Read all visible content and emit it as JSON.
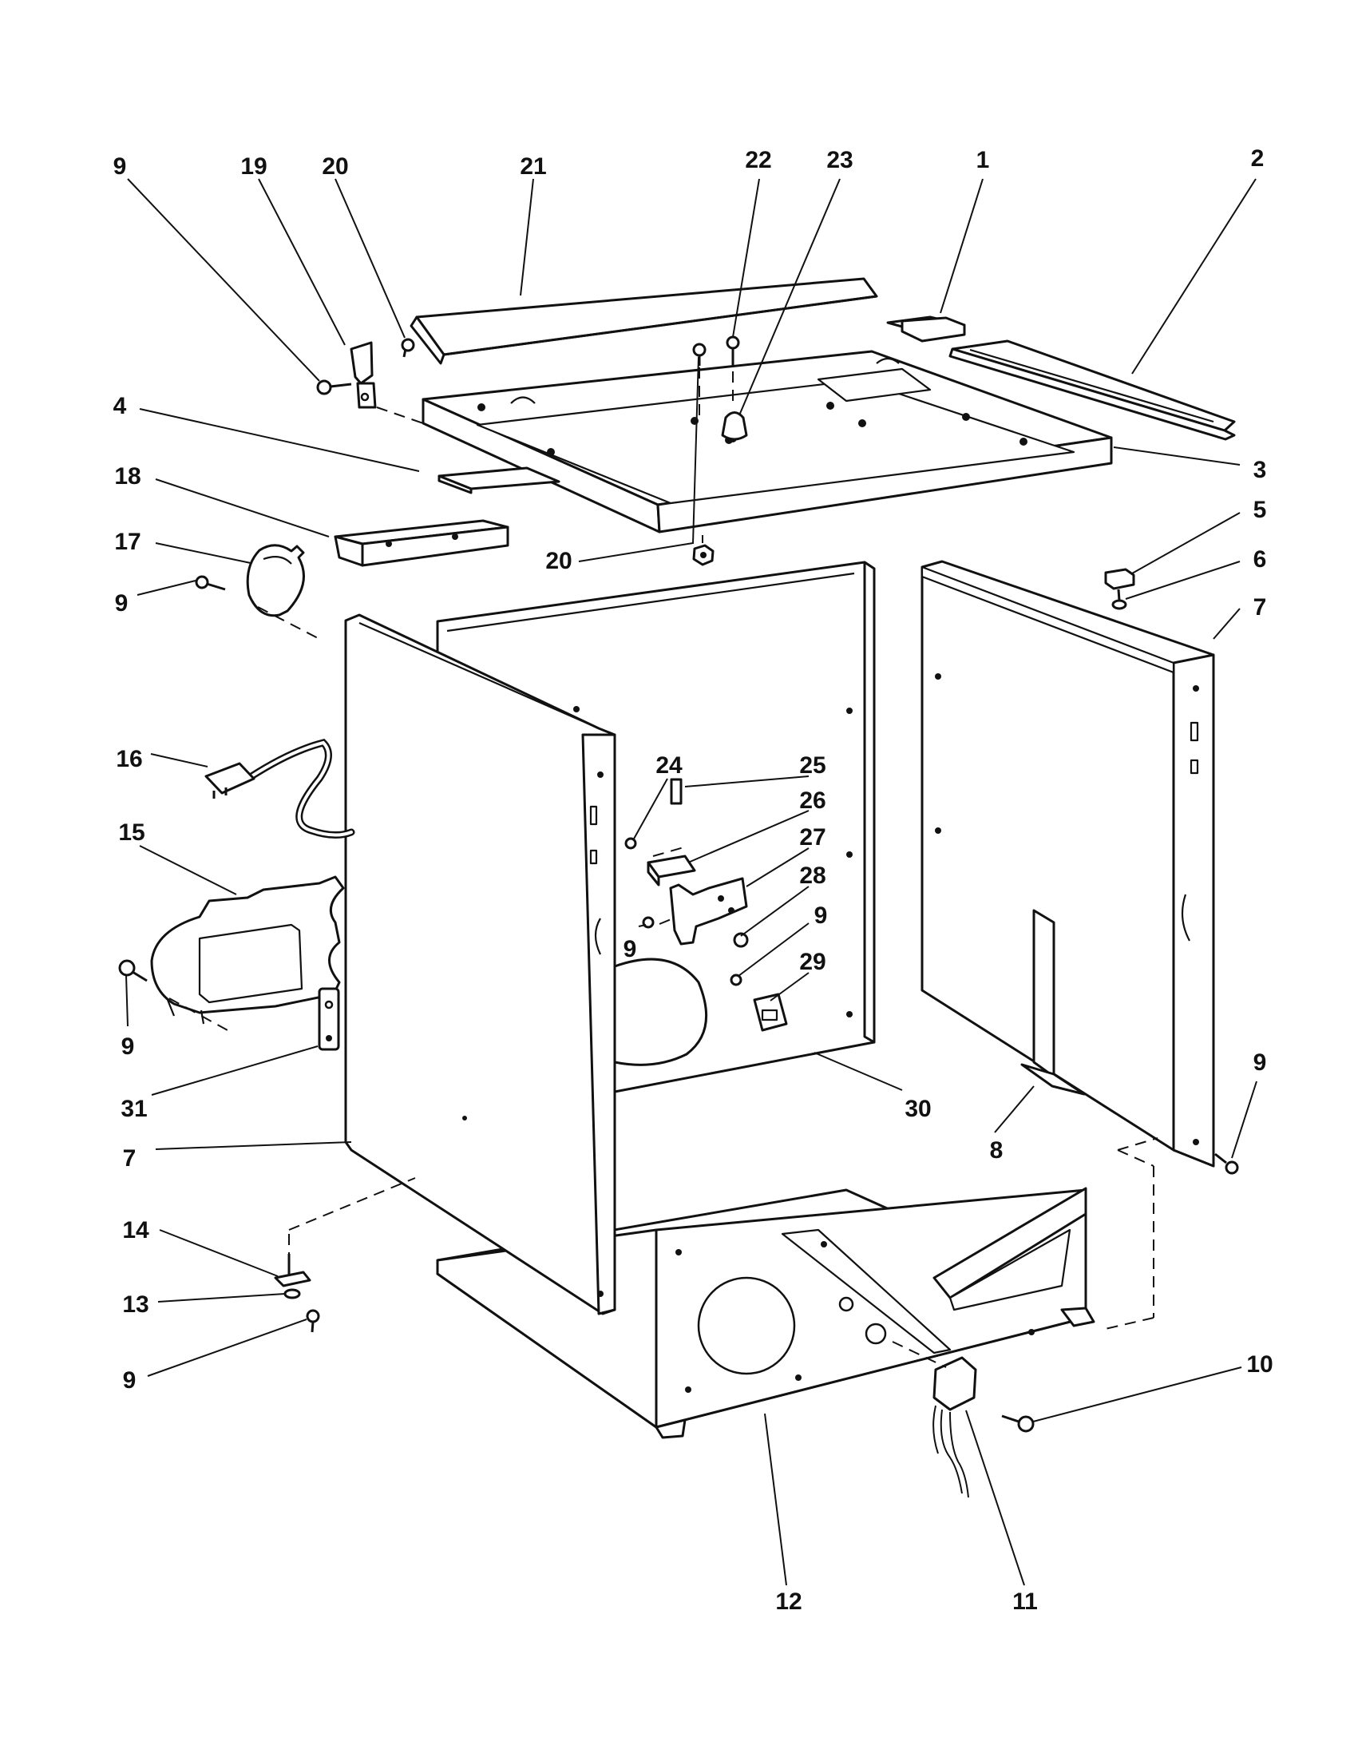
{
  "callouts": [
    {
      "id": "c-9a",
      "label": "9"
    },
    {
      "id": "c-19",
      "label": "19"
    },
    {
      "id": "c-20a",
      "label": "20"
    },
    {
      "id": "c-21",
      "label": "21"
    },
    {
      "id": "c-22",
      "label": "22"
    },
    {
      "id": "c-23",
      "label": "23"
    },
    {
      "id": "c-1",
      "label": "1"
    },
    {
      "id": "c-2",
      "label": "2"
    },
    {
      "id": "c-4",
      "label": "4"
    },
    {
      "id": "c-3",
      "label": "3"
    },
    {
      "id": "c-18",
      "label": "18"
    },
    {
      "id": "c-5",
      "label": "5"
    },
    {
      "id": "c-17",
      "label": "17"
    },
    {
      "id": "c-20b",
      "label": "20"
    },
    {
      "id": "c-6",
      "label": "6"
    },
    {
      "id": "c-9b",
      "label": "9"
    },
    {
      "id": "c-7a",
      "label": "7"
    },
    {
      "id": "c-16",
      "label": "16"
    },
    {
      "id": "c-24",
      "label": "24"
    },
    {
      "id": "c-25",
      "label": "25"
    },
    {
      "id": "c-15",
      "label": "15"
    },
    {
      "id": "c-26",
      "label": "26"
    },
    {
      "id": "c-27",
      "label": "27"
    },
    {
      "id": "c-28",
      "label": "28"
    },
    {
      "id": "c-9c",
      "label": "9"
    },
    {
      "id": "c-9d",
      "label": "9"
    },
    {
      "id": "c-29",
      "label": "29"
    },
    {
      "id": "c-9e",
      "label": "9"
    },
    {
      "id": "c-31",
      "label": "31"
    },
    {
      "id": "c-30",
      "label": "30"
    },
    {
      "id": "c-9f",
      "label": "9"
    },
    {
      "id": "c-8",
      "label": "8"
    },
    {
      "id": "c-7b",
      "label": "7"
    },
    {
      "id": "c-14",
      "label": "14"
    },
    {
      "id": "c-13",
      "label": "13"
    },
    {
      "id": "c-9g",
      "label": "9"
    },
    {
      "id": "c-10",
      "label": "10"
    },
    {
      "id": "c-12",
      "label": "12"
    },
    {
      "id": "c-11",
      "label": "11"
    }
  ]
}
